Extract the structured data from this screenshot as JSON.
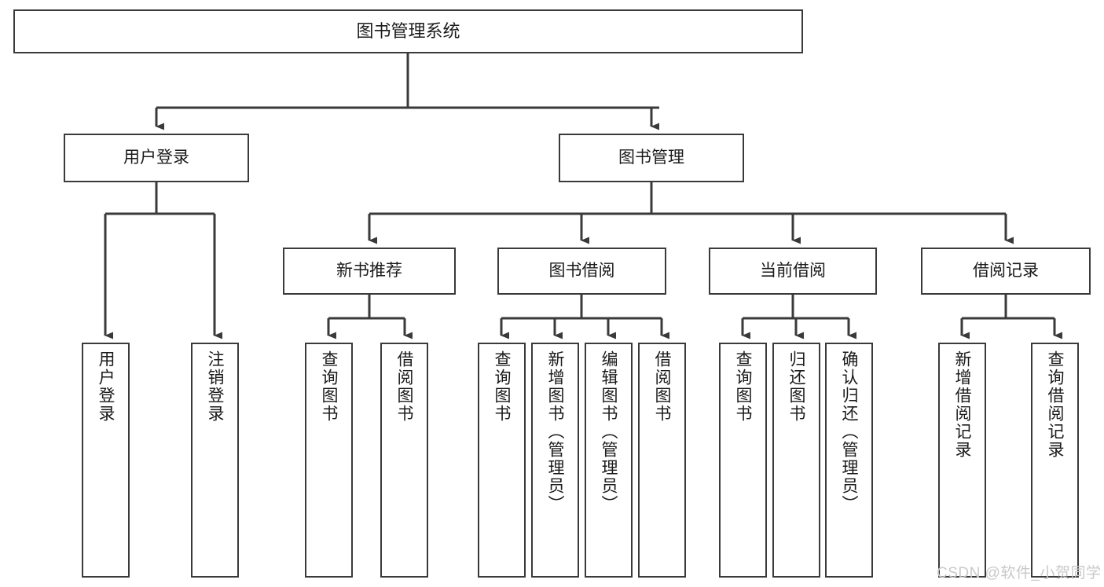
{
  "diagram": {
    "title": "图书管理系统",
    "type": "hierarchy-tree",
    "root": {
      "label": "图书管理系统"
    },
    "level2": [
      {
        "label": "用户登录"
      },
      {
        "label": "图书管理"
      }
    ],
    "level3": [
      {
        "label": "新书推荐"
      },
      {
        "label": "图书借阅"
      },
      {
        "label": "当前借阅"
      },
      {
        "label": "借阅记录"
      }
    ],
    "leaves": {
      "user_login": [
        {
          "label": "用户登录"
        },
        {
          "label": "注销登录"
        }
      ],
      "new_book_recommend": [
        {
          "label": "查询图书"
        },
        {
          "label": "借阅图书"
        }
      ],
      "book_borrow": [
        {
          "label": "查询图书"
        },
        {
          "label": "新增图书（管理员）"
        },
        {
          "label": "编辑图书（管理员）"
        },
        {
          "label": "借阅图书"
        }
      ],
      "current_borrow": [
        {
          "label": "查询图书"
        },
        {
          "label": "归还图书"
        },
        {
          "label": "确认归还（管理员）"
        }
      ],
      "borrow_record": [
        {
          "label": "新增借阅记录"
        },
        {
          "label": "查询借阅记录"
        }
      ]
    }
  },
  "watermark": {
    "text": "CSDN @软件_小贺同学"
  },
  "colors": {
    "border": "#3a3a3a",
    "background": "#ffffff",
    "text": "#1a1a1a",
    "watermark": "#c9c9c9"
  }
}
